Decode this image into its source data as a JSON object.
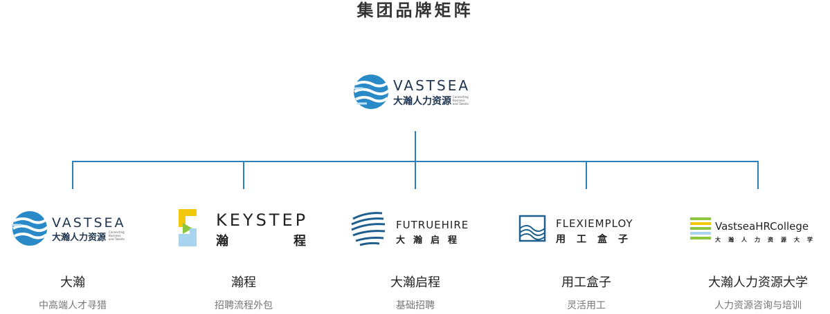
{
  "title": "集团品牌矩阵",
  "root": {
    "wordmark": "VASTSEA",
    "cn": "大瀚人力资源",
    "tagline": [
      "Connecting",
      "Business",
      "and Talents"
    ]
  },
  "brands": [
    {
      "logo_en": "VASTSEA",
      "logo_cn": "大瀚人力资源",
      "logo_tagline": [
        "Connecting",
        "Business",
        "and Talents"
      ],
      "name": "大瀚",
      "desc": "中高端人才寻猎"
    },
    {
      "logo_en": "KEYSTEP",
      "logo_cn_left": "瀚",
      "logo_cn_right": "程",
      "name": "瀚程",
      "desc": "招聘流程外包"
    },
    {
      "logo_en": "FUTRUEHIRE",
      "logo_cn": "大瀚启程",
      "name": "大瀚启程",
      "desc": "基础招聘"
    },
    {
      "logo_en": "FLEXIEMPLOY",
      "logo_cn": "用工盒子",
      "name": "用工盒子",
      "desc": "灵活用工"
    },
    {
      "logo_en": "VastseaHRCollege",
      "logo_cn": "大瀚人力资源大学",
      "name": "大瀚人力资源大学",
      "desc": "人力资源咨询与培训"
    }
  ],
  "colors": {
    "connector": "#2b7fb8",
    "accent_blue": "#2a89c7",
    "accent_yellow": "#f2c80f",
    "accent_green": "#8cc63f",
    "dark_text": "#333333"
  }
}
